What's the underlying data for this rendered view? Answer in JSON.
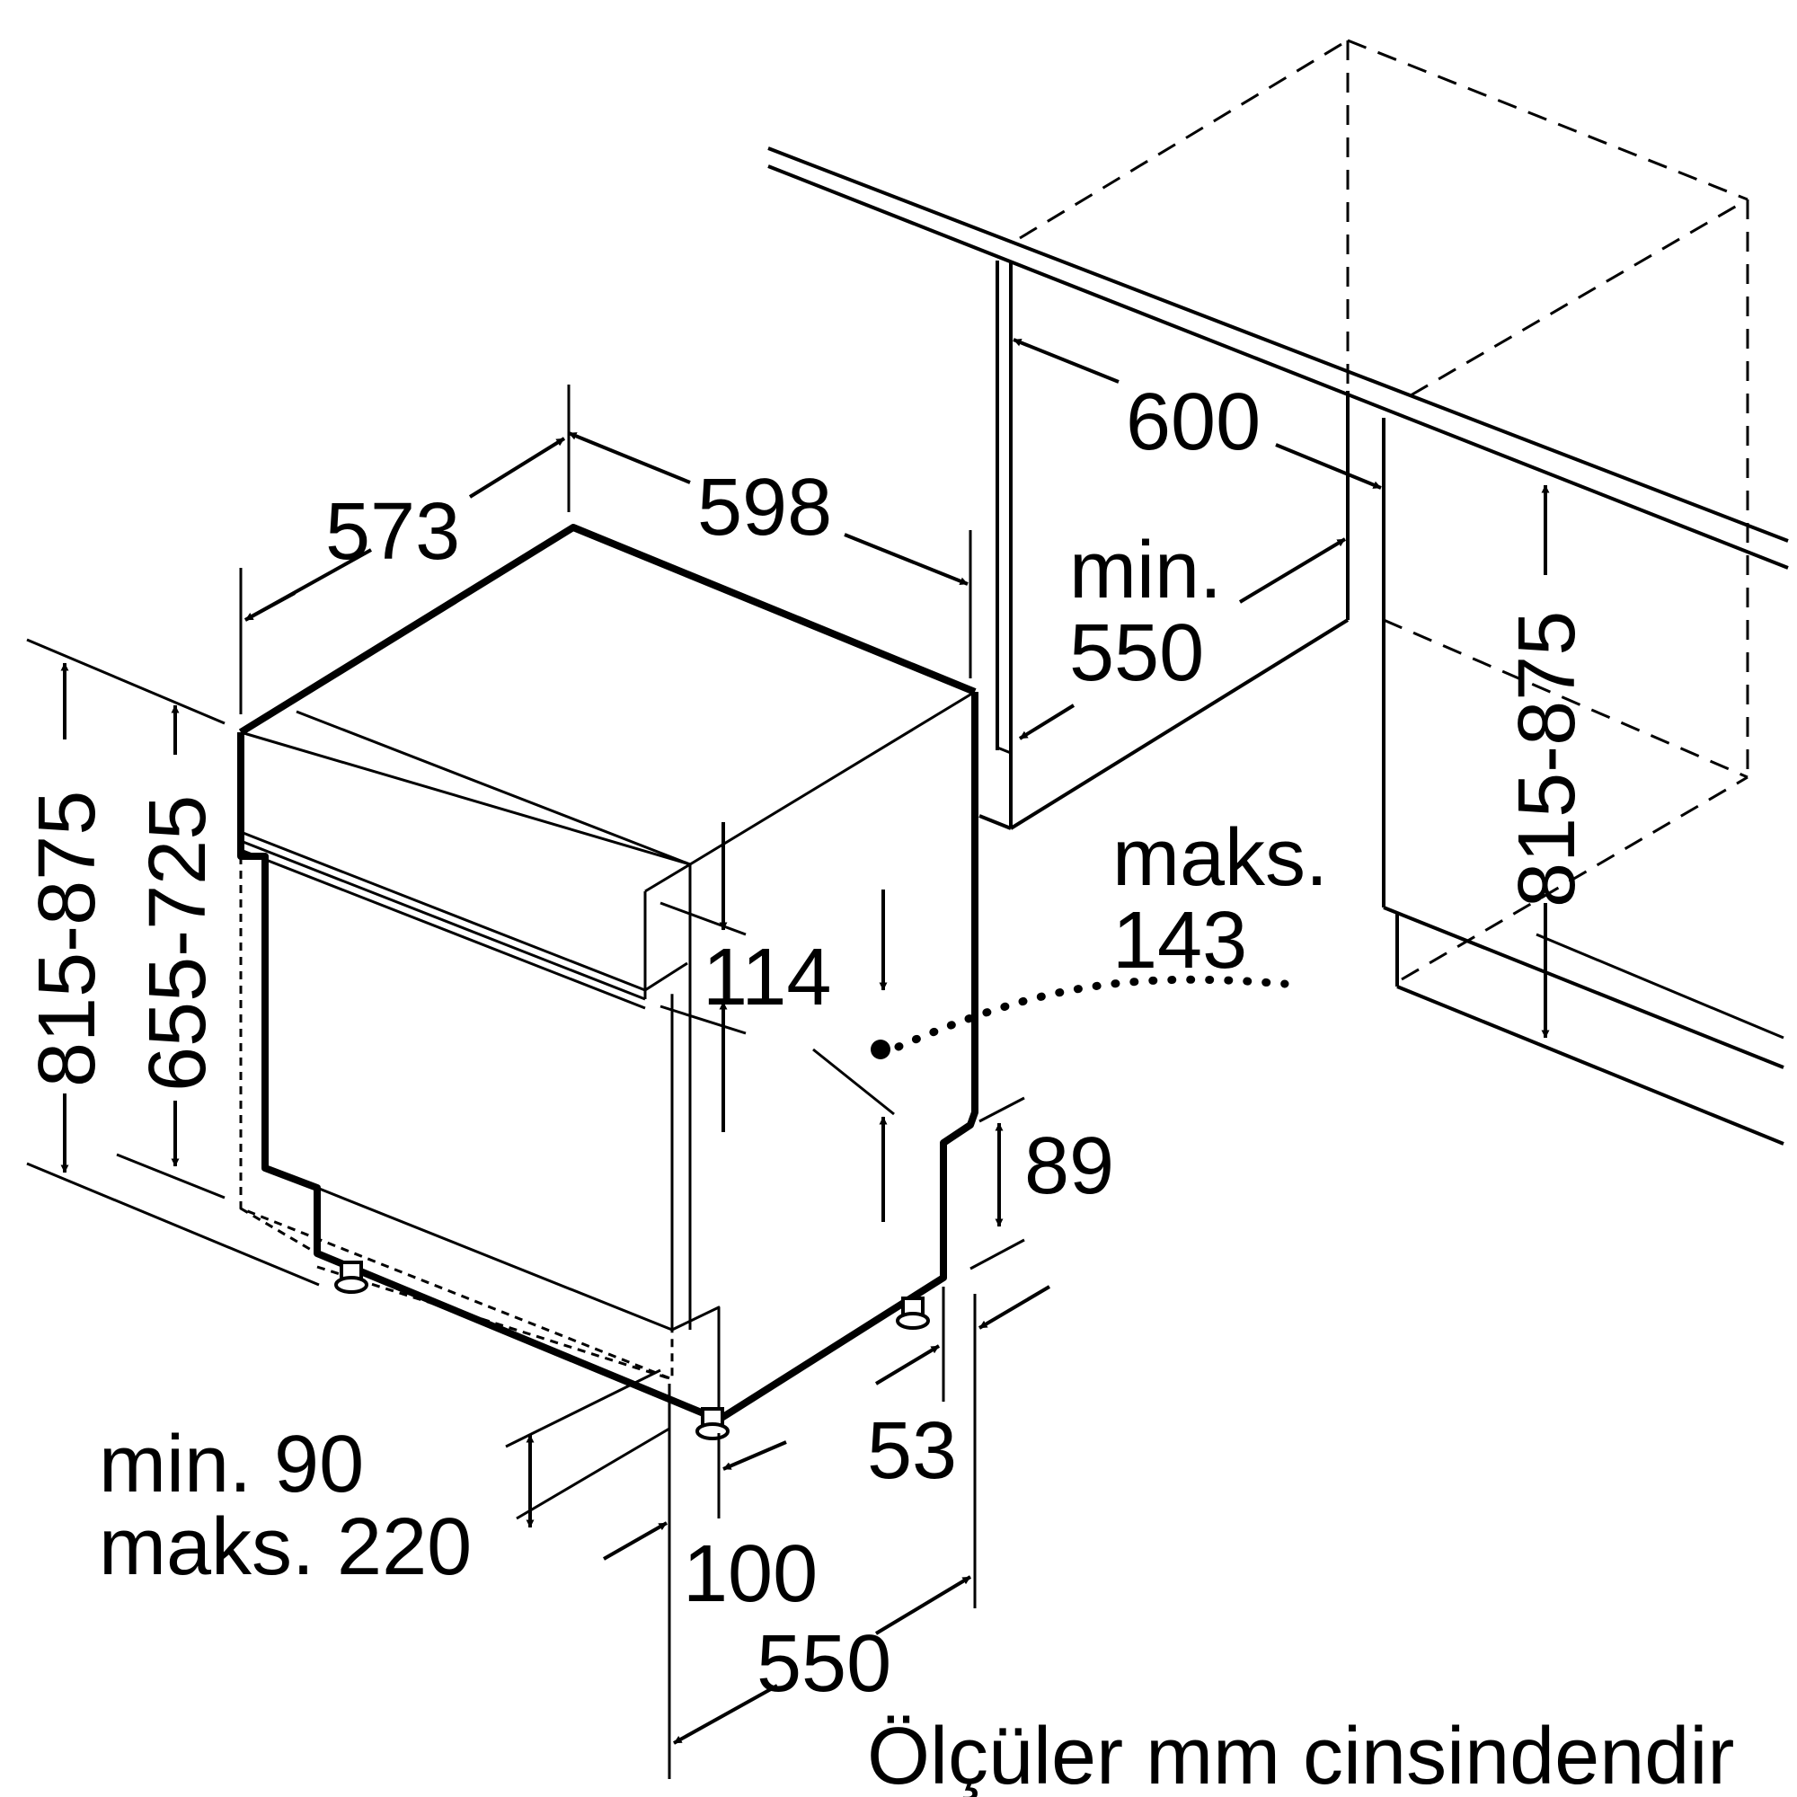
{
  "labels": {
    "width_cabinet": "598",
    "depth_top": "573",
    "niche_width": "600",
    "niche_depth_min": "min.\n550",
    "niche_height": "815-875",
    "height_left": "815-875",
    "height_inner": "655-725",
    "panel_height": "114",
    "max_door_offset": "maks.\n143",
    "base_height": "89",
    "foot_offset": "53",
    "plinth_recess": "100",
    "plinth_height": "min. 90\nmaks. 220",
    "depth_bottom": "550",
    "units_note": "Ölçüler mm cinsindendir"
  },
  "colors": {
    "stroke": "#000000",
    "background": "#ffffff"
  }
}
